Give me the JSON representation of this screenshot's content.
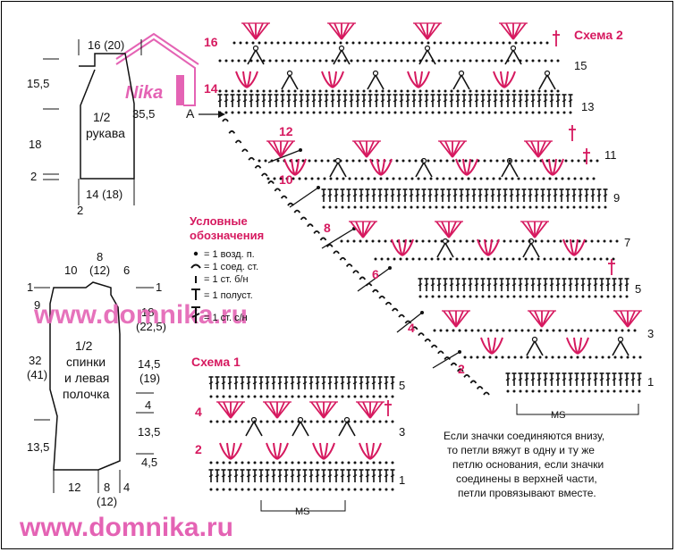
{
  "logo": {
    "text": "Nika"
  },
  "watermark": {
    "text": "www.domnika.ru"
  },
  "sleeve": {
    "title_line1": "1/2",
    "title_line2": "рукава",
    "top_width": "16 (20)",
    "left_upper": "15,5",
    "right_height": "35,5",
    "left_lower": "18",
    "left_small": "2",
    "bottom_width": "14 (18)",
    "bottom_small": "2"
  },
  "body_piece": {
    "title_line1": "1/2",
    "title_line2": "спинки",
    "title_line3": "и левая",
    "title_line4": "полочка",
    "top_8": "8",
    "top_12": "(12)",
    "top_10": "10",
    "top_6": "6",
    "left_1": "1",
    "right_1": "1",
    "left_9": "9",
    "right_18": "18",
    "right_225": "(22,5)",
    "left_32": "32",
    "left_41": "(41)",
    "right_145": "14,5",
    "right_19": "(19)",
    "right_4": "4",
    "right_135": "13,5",
    "left_135": "13,5",
    "right_45": "4,5",
    "bottom_12": "12",
    "bottom_8": "8",
    "bottom_12b": "(12)",
    "bottom_4": "4"
  },
  "legend": {
    "title_line1": "Условные",
    "title_line2": "обозначения",
    "items": [
      "= 1 возд. п.",
      "= 1 соед. ст.",
      "= 1 ст. б/н",
      "= 1 полуст.",
      "= 1 ст. с/н"
    ]
  },
  "scheme1": {
    "title": "Схема 1",
    "rows_right": [
      "5",
      "3",
      "1"
    ],
    "rows_left": [
      "4",
      "2"
    ],
    "ms": "MS"
  },
  "scheme2": {
    "title": "Схема 2",
    "rows_left": [
      "16",
      "14",
      "12",
      "10",
      "8",
      "6",
      "4",
      "2"
    ],
    "rows_right": [
      "15",
      "13",
      "11",
      "9",
      "7",
      "5",
      "3",
      "1"
    ],
    "marker_a": "A",
    "ms": "MS"
  },
  "note": {
    "lines": [
      "Если значки соединяются внизу,",
      "то петли вяжут в одну и ту же",
      "петлю основания, если значки",
      "соединены в верхней части,",
      "петли провязывают вместе."
    ]
  },
  "colors": {
    "accent": "#d6195f",
    "ink": "#111111",
    "watermark": "#e463b4"
  }
}
